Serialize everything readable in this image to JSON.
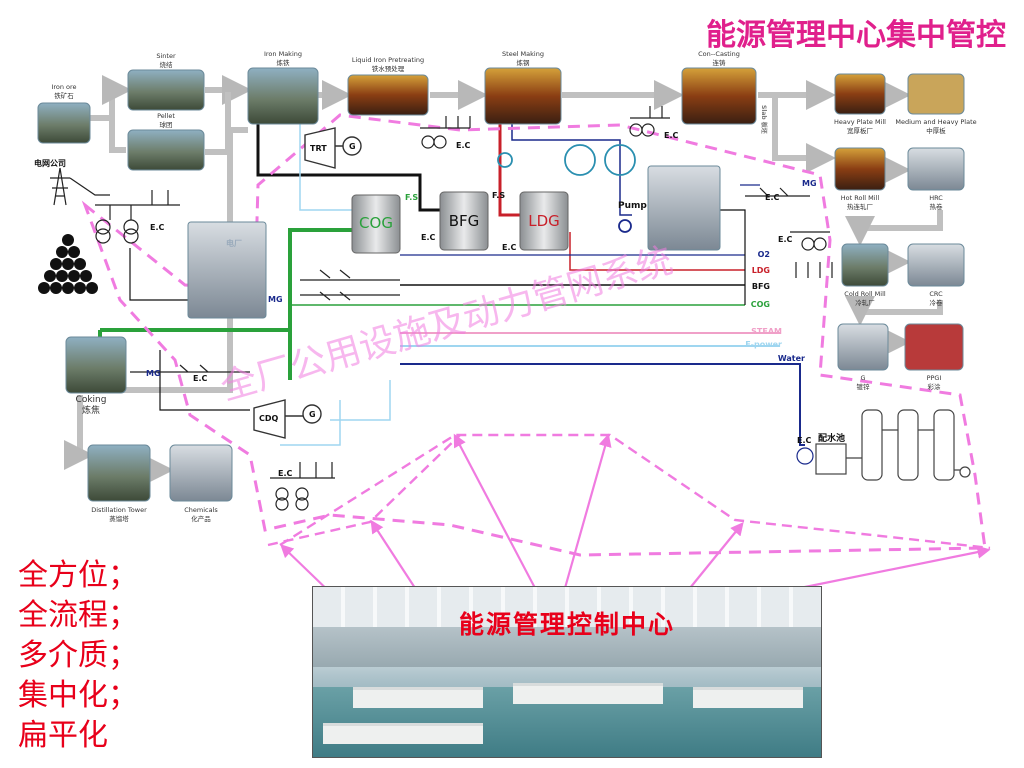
{
  "slide_title": "能源管理中心集中管控",
  "watermark": "全厂公用设施及动力管网系统",
  "bullets": [
    "全方位；",
    "全流程；",
    "多介质；",
    "集中化；",
    "扁平化"
  ],
  "control_room_label": "能源管理控制中心",
  "colors": {
    "title": "#e0208c",
    "bullets": "#e8001a",
    "dashed_outline": "#f07be0",
    "cog_line": "#2aa13b",
    "bfg_line": "#111111",
    "ldg_line": "#c8202a",
    "steam_line": "#f0a0c8",
    "epower_line": "#9fd6f0",
    "water_line": "#1a2a8c"
  },
  "process_nodes": {
    "iron_ore": [
      "Iron ore",
      "铁矿石"
    ],
    "sinter": [
      "Sinter",
      "烧结"
    ],
    "pellet": [
      "Pellet",
      "球团"
    ],
    "iron_making": [
      "Iron Making",
      "炼铁"
    ],
    "liquid_iron": [
      "Liquid Iron Pretreating",
      "铁水预处理"
    ],
    "steel_making": [
      "Steel Making",
      "炼钢"
    ],
    "con_casting": [
      "Con--Casting",
      "连铸"
    ],
    "heavy_plate": [
      "Heavy Plate Mill",
      "宽厚板厂"
    ],
    "medium_plate": [
      "Medium and Heavy Plate",
      "中厚板"
    ],
    "hot_roll": [
      "Hot Roll Mill",
      "热连轧厂"
    ],
    "hrc": [
      "HRC",
      "热卷"
    ],
    "cold_roll": [
      "Cold Roll Mill",
      "冷轧厂"
    ],
    "crc": [
      "CRC",
      "冷卷"
    ],
    "galv": [
      "G",
      "镀锌"
    ],
    "ppgi": [
      "PPGI",
      "彩涂"
    ],
    "coking": [
      "Coking",
      "炼焦"
    ],
    "distillation": [
      "Distillation Tower",
      "蒸馏塔"
    ],
    "chemicals": [
      "Chemicals",
      "化产品"
    ]
  },
  "labels": {
    "grid_company": "电网公司",
    "power_plant": "电厂",
    "ec": "E.C",
    "mg": "MG",
    "trt": "TRT",
    "g": "G",
    "cdq": "CDQ",
    "fs": "F.S",
    "cog": "COG",
    "bfg": "BFG",
    "ldg": "LDG",
    "pump": "Pump",
    "slab": "Slab 板坯",
    "water_pool": "配水池",
    "pipe_o2": "O2",
    "steam": "STEAM",
    "epower": "E-power",
    "water": "Water"
  }
}
